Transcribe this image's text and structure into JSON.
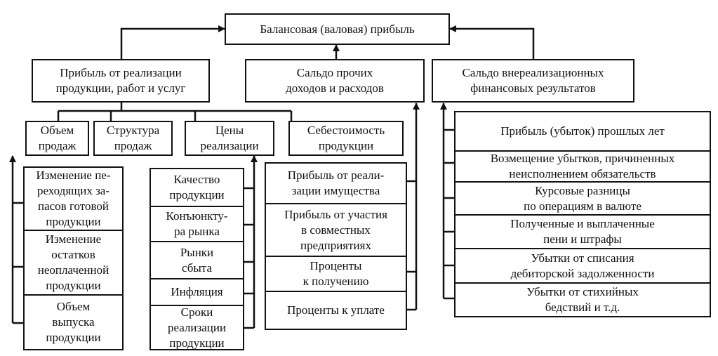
{
  "root": {
    "label": "Балансовая (валовая) прибыль"
  },
  "level1": [
    {
      "label": "Прибыль от реализации\nпродукции, работ и услуг"
    },
    {
      "label": "Сальдо прочих\nдоходов и расходов"
    },
    {
      "label": "Сальдо внереализационных\nфинансовых результатов"
    }
  ],
  "factors": [
    {
      "label": "Объем\nпродаж"
    },
    {
      "label": "Структура\nпродаж"
    },
    {
      "label": "Цены\nреализации"
    },
    {
      "label": "Себестоимость\nпродукции"
    }
  ],
  "volume_factors": [
    {
      "label": "Изменение пе-\nреходящих за-\nпасов готовой\nпродукции"
    },
    {
      "label": "Изменение\nостатков\nнеоплаченной\nпродукции"
    },
    {
      "label": "Объем\nвыпуска\nпродукции"
    }
  ],
  "price_factors": [
    {
      "label": "Качество\nпродукции"
    },
    {
      "label": "Конъюнкту-\nра рынка"
    },
    {
      "label": "Рынки\nсбыта"
    },
    {
      "label": "Инфляция"
    },
    {
      "label": "Сроки\nреализации\nпродукции"
    }
  ],
  "other_items": [
    {
      "label": "Прибыль от реали-\nзации имущества"
    },
    {
      "label": "Прибыль от участия\nв совместных\nпредприятиях"
    },
    {
      "label": "Проценты\nк получению"
    },
    {
      "label": "Проценты к уплате"
    }
  ],
  "nonop_items": [
    {
      "label": "Прибыль (убыток) прошлых лет"
    },
    {
      "label": "Возмещение убытков, причиненных\nнеисполнением обязательств"
    },
    {
      "label": "Курсовые разницы\nпо операциям в валюте"
    },
    {
      "label": "Полученные и выплаченные\nпени и штрафы"
    },
    {
      "label": "Убытки от списания\nдебиторской задолженности"
    },
    {
      "label": "Убытки от стихийных\nбедствий и т.д."
    }
  ]
}
